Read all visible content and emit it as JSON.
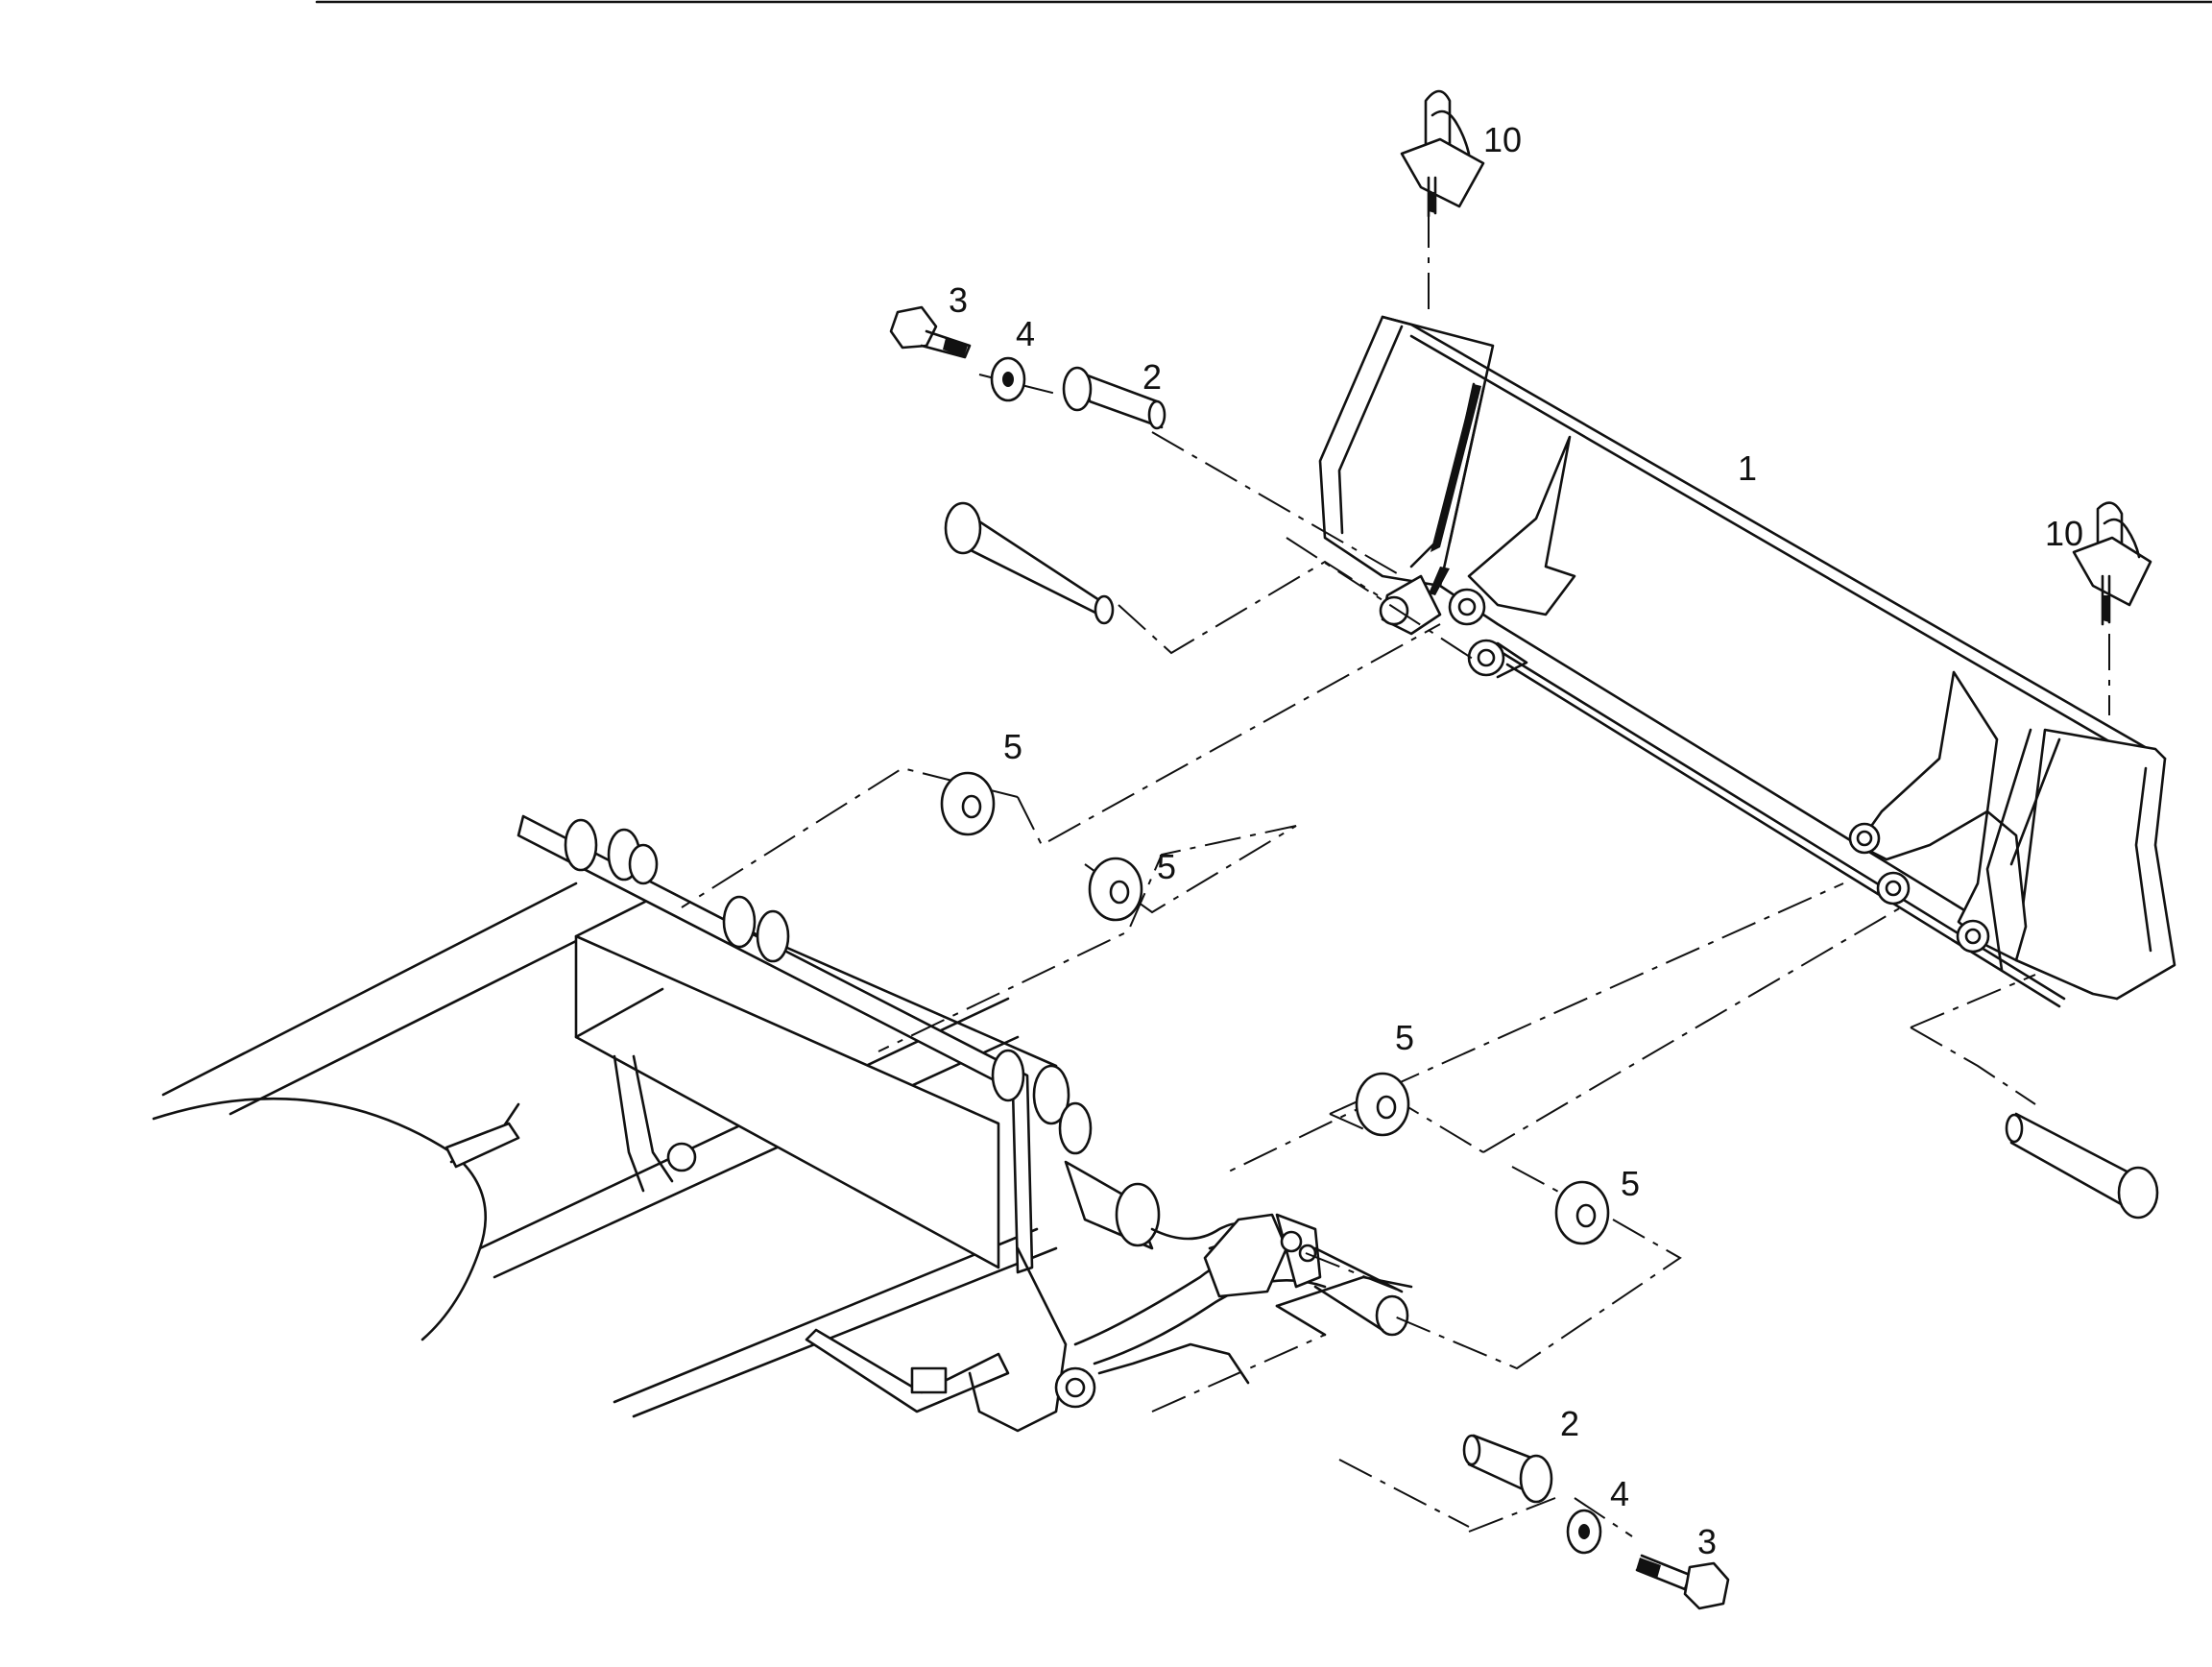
{
  "diagram": {
    "type": "exploded-parts-diagram",
    "callouts": [
      {
        "id": "callout-1",
        "label": "1",
        "part": "bucket"
      },
      {
        "id": "callout-2-top",
        "label": "2",
        "part": "pin"
      },
      {
        "id": "callout-2-bottom",
        "label": "2",
        "part": "pin"
      },
      {
        "id": "callout-3-top",
        "label": "3",
        "part": "bolt"
      },
      {
        "id": "callout-3-bottom",
        "label": "3",
        "part": "bolt"
      },
      {
        "id": "callout-4-top",
        "label": "4",
        "part": "washer"
      },
      {
        "id": "callout-4-bottom",
        "label": "4",
        "part": "washer"
      },
      {
        "id": "callout-5-a",
        "label": "5",
        "part": "shim"
      },
      {
        "id": "callout-5-b",
        "label": "5",
        "part": "shim"
      },
      {
        "id": "callout-5-c",
        "label": "5",
        "part": "shim"
      },
      {
        "id": "callout-5-d",
        "label": "5",
        "part": "shim"
      },
      {
        "id": "callout-10-left",
        "label": "10",
        "part": "lynch pin"
      },
      {
        "id": "callout-10-right",
        "label": "10",
        "part": "lynch pin"
      }
    ]
  }
}
